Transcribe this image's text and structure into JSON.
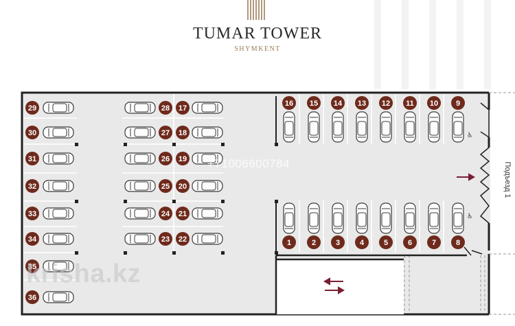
{
  "header": {
    "title": "Tumar Tower",
    "subtitle": "Shymkent",
    "brand_color": "#9a7d5a"
  },
  "entrance_label": "Подъезд 1",
  "phone_overlay": "+71006600784",
  "watermark": "krisha.kz",
  "colors": {
    "spot_badge": "#6e2a1c",
    "wall": "#222222",
    "floor": "#e9e9e9",
    "arrow": "#7a1e32"
  },
  "icons": [
    "parking-spot-badge",
    "car-icon",
    "wheelchair-icon",
    "direction-arrow",
    "two-way-arrow",
    "tower-logo-icon"
  ],
  "spots": {
    "left_column": [
      "29",
      "30",
      "31",
      "32",
      "33",
      "34",
      "35",
      "36"
    ],
    "middle_left": [
      "28",
      "27",
      "26",
      "25",
      "24",
      "23"
    ],
    "middle_right": [
      "17",
      "18",
      "19",
      "20",
      "21",
      "22"
    ],
    "top_row": [
      "16",
      "15",
      "14",
      "13",
      "12",
      "11",
      "10",
      "9"
    ],
    "bottom_row": [
      "1",
      "2",
      "3",
      "4",
      "5",
      "6",
      "7",
      "8"
    ]
  }
}
